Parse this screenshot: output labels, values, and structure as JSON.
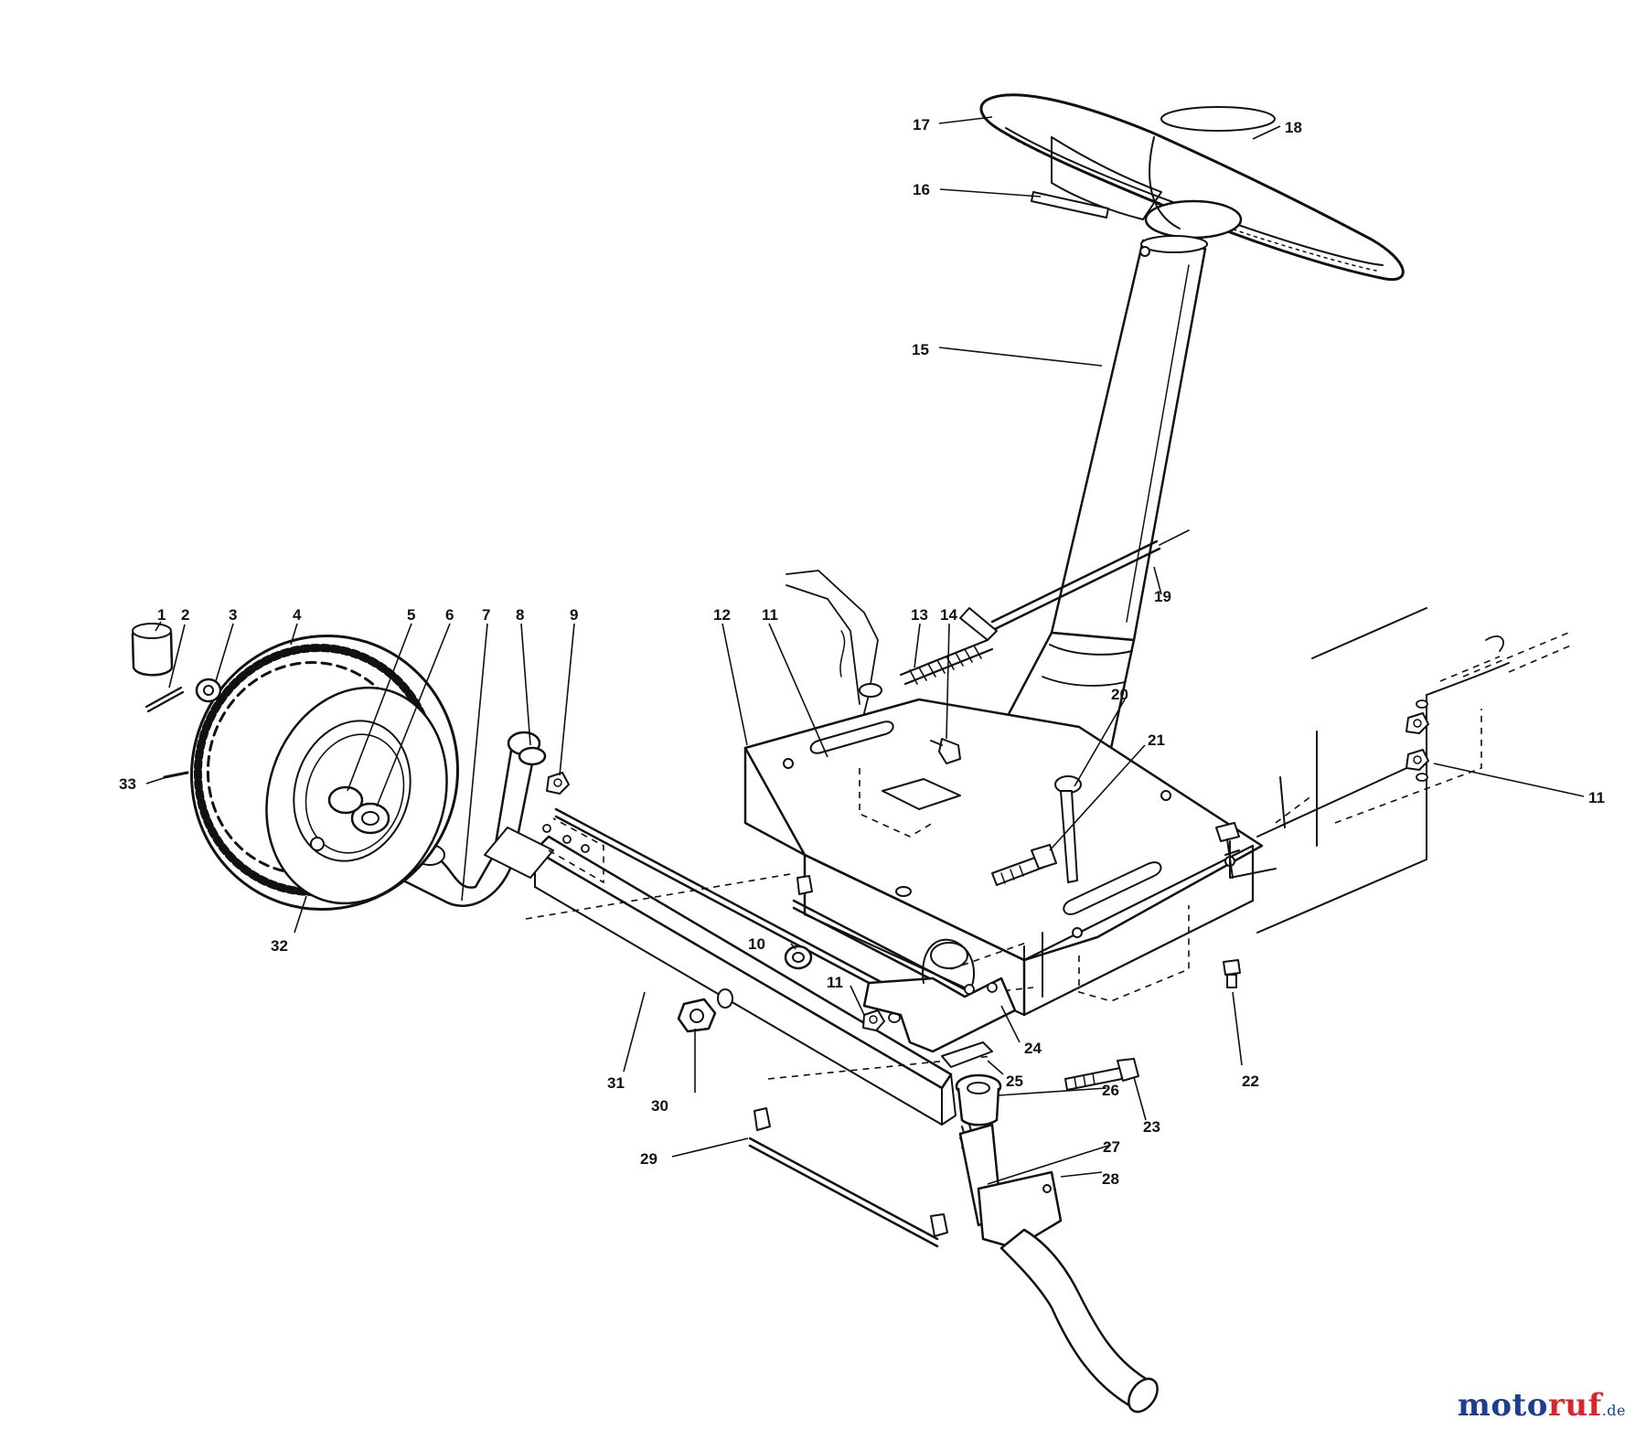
{
  "diagram": {
    "callouts": [
      {
        "id": "c1",
        "label": "1"
      },
      {
        "id": "c2",
        "label": "2"
      },
      {
        "id": "c3",
        "label": "3"
      },
      {
        "id": "c4",
        "label": "4"
      },
      {
        "id": "c5",
        "label": "5"
      },
      {
        "id": "c6",
        "label": "6"
      },
      {
        "id": "c7",
        "label": "7"
      },
      {
        "id": "c8",
        "label": "8"
      },
      {
        "id": "c9",
        "label": "9"
      },
      {
        "id": "c10",
        "label": "10"
      },
      {
        "id": "c11a",
        "label": "11"
      },
      {
        "id": "c11b",
        "label": "11"
      },
      {
        "id": "c11c",
        "label": "11"
      },
      {
        "id": "c12",
        "label": "12"
      },
      {
        "id": "c13",
        "label": "13"
      },
      {
        "id": "c14",
        "label": "14"
      },
      {
        "id": "c15",
        "label": "15"
      },
      {
        "id": "c16",
        "label": "16"
      },
      {
        "id": "c17",
        "label": "17"
      },
      {
        "id": "c18",
        "label": "18"
      },
      {
        "id": "c19",
        "label": "19"
      },
      {
        "id": "c20",
        "label": "20"
      },
      {
        "id": "c21",
        "label": "21"
      },
      {
        "id": "c22",
        "label": "22"
      },
      {
        "id": "c23",
        "label": "23"
      },
      {
        "id": "c24",
        "label": "24"
      },
      {
        "id": "c25",
        "label": "25"
      },
      {
        "id": "c26",
        "label": "26"
      },
      {
        "id": "c27",
        "label": "27"
      },
      {
        "id": "c28",
        "label": "28"
      },
      {
        "id": "c29",
        "label": "29"
      },
      {
        "id": "c30",
        "label": "30"
      },
      {
        "id": "c31",
        "label": "31"
      },
      {
        "id": "c32",
        "label": "32"
      },
      {
        "id": "c33",
        "label": "33"
      }
    ]
  },
  "watermark": {
    "part1": "moto",
    "part2": "ruf",
    "suffix": ".de"
  }
}
